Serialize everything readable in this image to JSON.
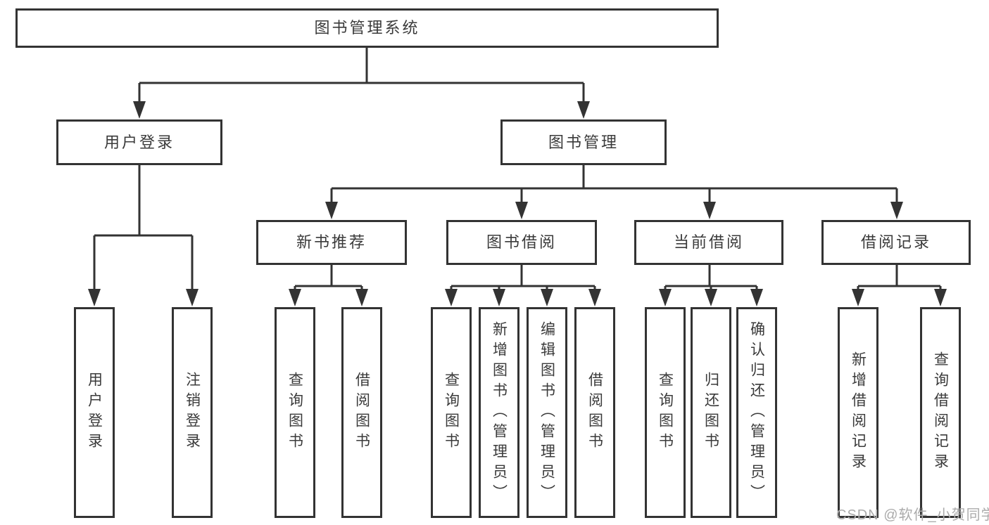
{
  "title": "图书管理系统",
  "watermark": {
    "text": "CSDN @软件_小贺同学"
  },
  "colors": {
    "line": "#333333",
    "box_border": "#333333",
    "box_fill": "#ffffff",
    "text": "#3a3a3a",
    "watermark": "#ababab"
  },
  "nodes": {
    "root": {
      "label": "图书管理系统"
    },
    "user_login": {
      "label": "用户登录"
    },
    "book_mgmt": {
      "label": "图书管理"
    },
    "new_book_rec": {
      "label": "新书推荐"
    },
    "book_borrow": {
      "label": "图书借阅"
    },
    "current_borrow": {
      "label": "当前借阅"
    },
    "borrow_records": {
      "label": "借阅记录"
    },
    "leaf_user_login": {
      "label": "用户登录"
    },
    "leaf_logout": {
      "label": "注销登录"
    },
    "rec_query_books": {
      "label": "查询图书"
    },
    "rec_borrow_books": {
      "label": "借阅图书"
    },
    "bb_query_books": {
      "label": "查询图书"
    },
    "bb_add_books": {
      "label": "新增图书（管理员）"
    },
    "bb_edit_books": {
      "label": "编辑图书（管理员）"
    },
    "bb_borrow_books": {
      "label": "借阅图书"
    },
    "cb_query_books": {
      "label": "查询图书"
    },
    "cb_return_books": {
      "label": "归还图书"
    },
    "cb_confirm_return": {
      "label": "确认归还（管理员）"
    },
    "br_add_record": {
      "label": "新增借阅记录"
    },
    "br_query_record": {
      "label": "查询借阅记录"
    }
  },
  "hierarchy": {
    "图书管理系统": {
      "用户登录": [
        "用户登录",
        "注销登录"
      ],
      "图书管理": {
        "新书推荐": [
          "查询图书",
          "借阅图书"
        ],
        "图书借阅": [
          "查询图书",
          "新增图书（管理员）",
          "编辑图书（管理员）",
          "借阅图书"
        ],
        "当前借阅": [
          "查询图书",
          "归还图书",
          "确认归还（管理员）"
        ],
        "借阅记录": [
          "新增借阅记录",
          "查询借阅记录"
        ]
      }
    }
  }
}
